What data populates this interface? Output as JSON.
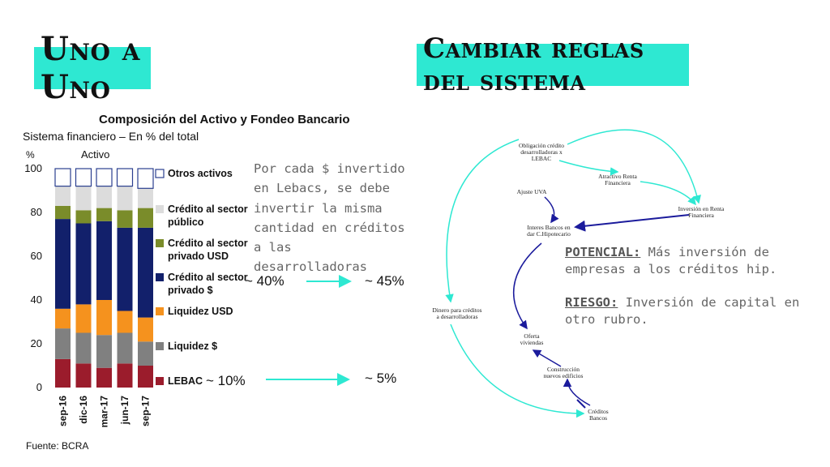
{
  "slide": {
    "title_left": "Uno a Uno",
    "title_right": "Cambiar reglas del sistema",
    "description": "Por cada $ invertido\nen Lebacs, se debe\ninvertir la misma\ncantidad en créditos\na las\ndesarrolladoras",
    "pct_40": "~ 40%",
    "pct_45": "~ 45%",
    "pct_10": "~ 10%",
    "pct_5": "~ 5%",
    "potencial_label": "POTENCIAL:",
    "potencial_text": " Más inversión de empresas a los créditos hip.",
    "riesgo_label": "RIESGO:",
    "riesgo_text": " Inversión de capital en otro rubro.",
    "colors": {
      "accent": "#2ee8d2",
      "arrow": "#2ee8d2",
      "loop_blue": "#1b1b9c"
    }
  },
  "chart_data": {
    "type": "bar",
    "stacked": true,
    "title": "Composición del Activo y Fondeo Bancario",
    "subtitle": "Sistema financiero – En % del total",
    "ylabel": "%",
    "panel_label": "Activo",
    "source": "Fuente: BCRA",
    "ylim": [
      0,
      100
    ],
    "yticks": [
      "0",
      "20",
      "40",
      "60",
      "80",
      "100"
    ],
    "categories": [
      "sep-16",
      "dic-16",
      "mar-17",
      "jun-17",
      "sep-17"
    ],
    "series": [
      {
        "name": "LEBAC",
        "color": "#9b1c2c",
        "values": [
          13,
          11,
          9,
          11,
          10
        ]
      },
      {
        "name": "Liquidez $",
        "color": "#808080",
        "values": [
          14,
          14,
          15,
          14,
          11
        ]
      },
      {
        "name": "Liquidez USD",
        "color": "#f5921e",
        "values": [
          9,
          13,
          16,
          10,
          11
        ]
      },
      {
        "name": "Crédito al sector privado $",
        "color": "#12206b",
        "values": [
          41,
          37,
          36,
          38,
          41
        ]
      },
      {
        "name": "Crédito al sector privado USD",
        "color": "#7a8c2a",
        "values": [
          6,
          6,
          6,
          8,
          9
        ]
      },
      {
        "name": "Crédito al sector público",
        "color": "#dcdcdc",
        "values": [
          9,
          11,
          10,
          11,
          9
        ]
      },
      {
        "name": "Otros activos",
        "color": "#ffffff",
        "values": [
          8,
          8,
          8,
          8,
          9
        ]
      }
    ]
  },
  "diagram": {
    "nodes": {
      "obligacion": "Obligación crédito\ndesarrolladoras x\nLEBAC",
      "atractivo": "Atractivo Renta\nFinanciera",
      "inversion": "Inversión en Renta\nFinanciera",
      "ajuste": "Ajuste UVA",
      "interes": "Interes Bancos en\ndar C.Hipotecario",
      "dinero": "Dinero para créditos\na desarrolladoras",
      "oferta": "Oferta\nviviendas",
      "construccion": "Construcción\nnuevos edificios",
      "creditos": "Créditos\nBancos"
    }
  }
}
